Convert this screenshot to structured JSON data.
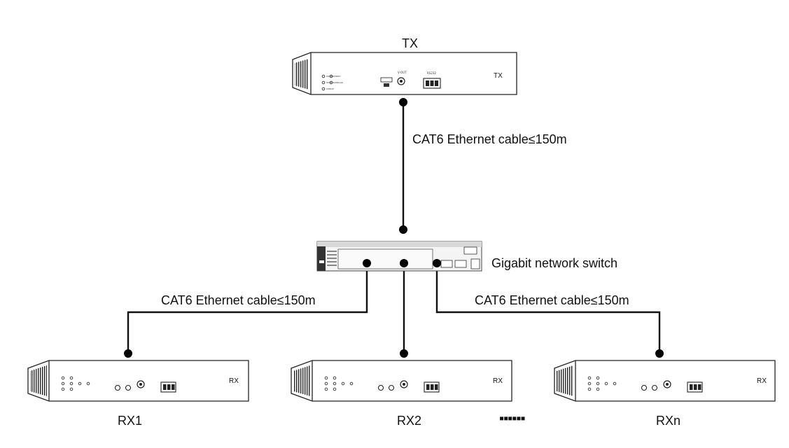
{
  "tx": {
    "title": "TX",
    "face_label": "TX"
  },
  "switch": {
    "label": "Gigabit network switch"
  },
  "cables": {
    "tx_switch": "CAT6 Ethernet cable≤150m",
    "switch_left": "CAT6 Ethernet cable≤150m",
    "switch_right": "CAT6 Ethernet cable≤150m"
  },
  "receivers": [
    {
      "face_label": "RX",
      "name": "RX1"
    },
    {
      "face_label": "RX",
      "name": "RX2"
    },
    {
      "face_label": "RX",
      "name": "RXn"
    }
  ],
  "ellipsis": "▪▪▪▪▪▪"
}
